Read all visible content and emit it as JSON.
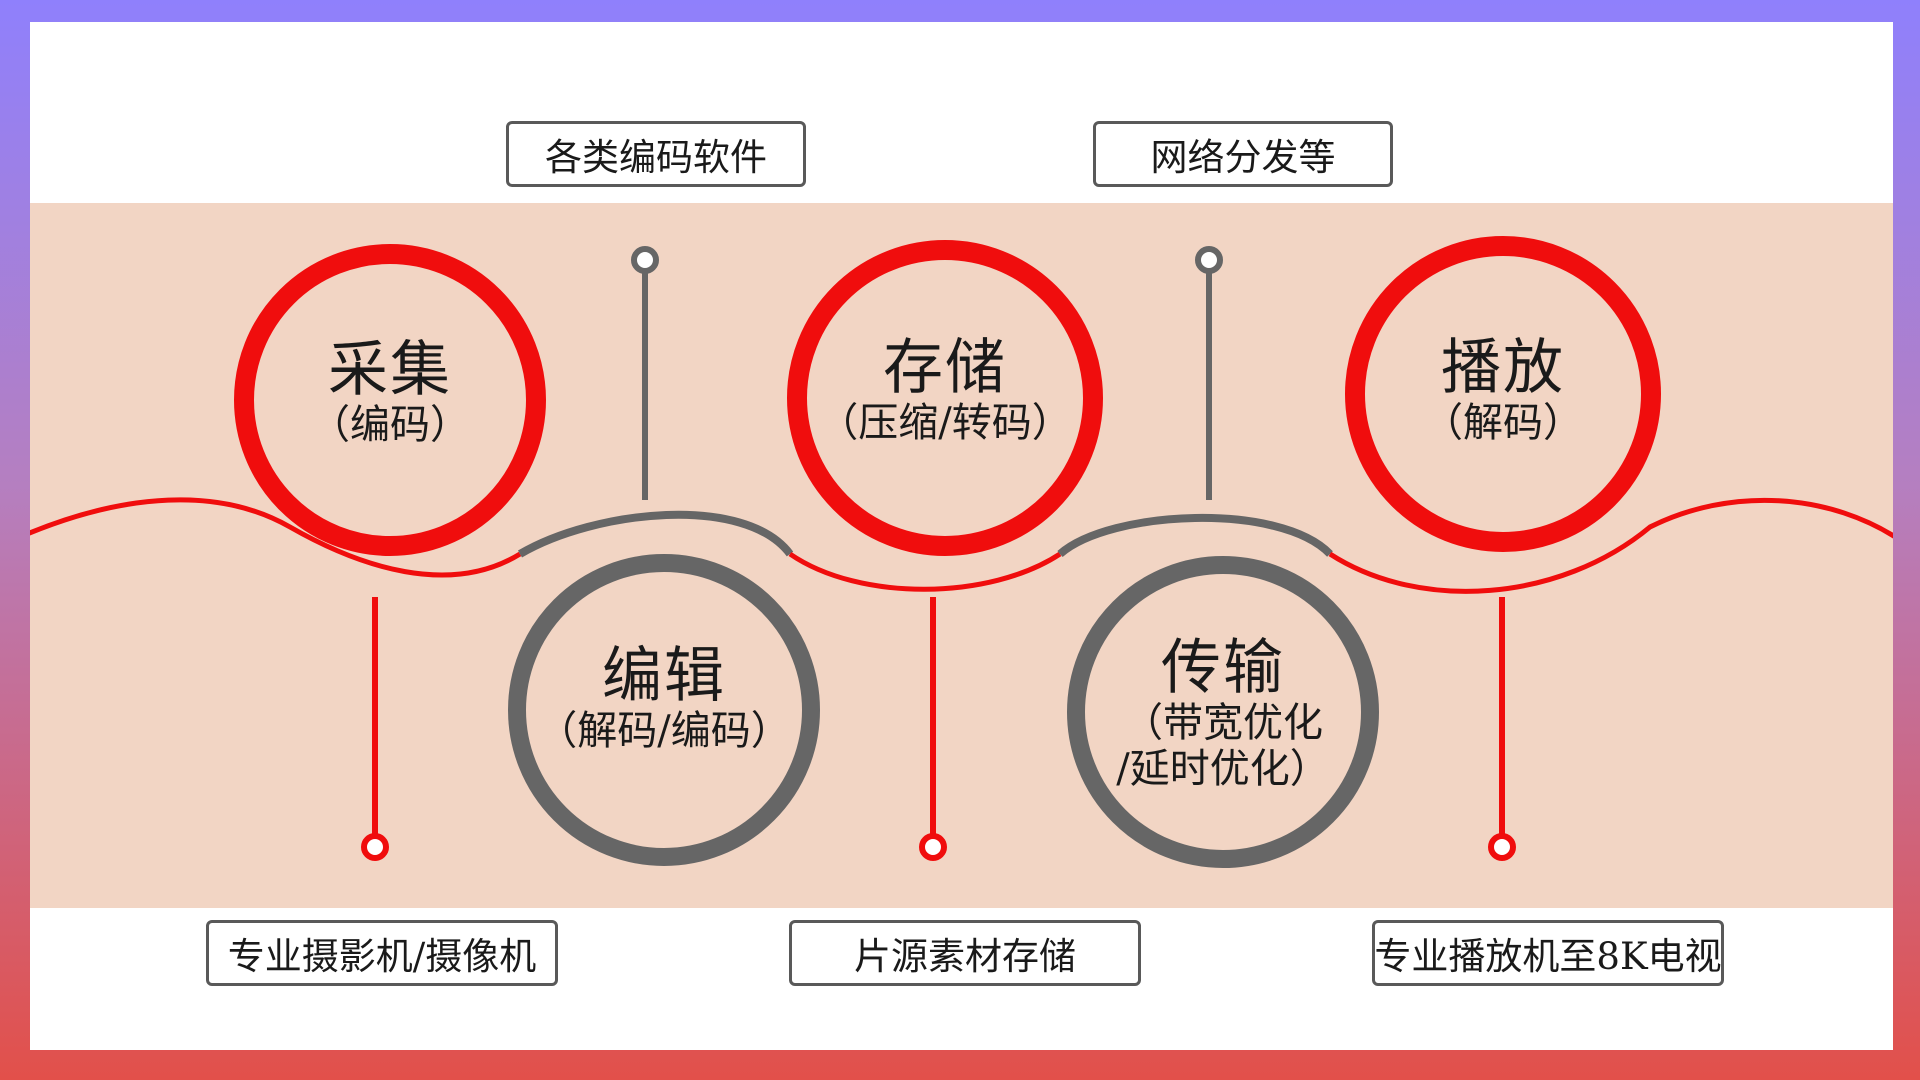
{
  "colors": {
    "accent": "#f00d0d",
    "gray": "#666666",
    "band": "#f2d5c4"
  },
  "stages": [
    {
      "title": "采集",
      "sub": "（编码）",
      "color": "#f00d0d"
    },
    {
      "title": "编辑",
      "sub": "（解码/编码）",
      "color": "#666666"
    },
    {
      "title": "存储",
      "sub": "（压缩/转码）",
      "color": "#f00d0d"
    },
    {
      "title": "传输",
      "sub": "（带宽优化",
      "sub2": "/延时优化）",
      "color": "#666666"
    },
    {
      "title": "播放",
      "sub": "（解码）",
      "color": "#f00d0d"
    }
  ],
  "notes": {
    "top": [
      "各类编码软件",
      "网络分发等"
    ],
    "bottom": [
      "专业摄影机/摄像机",
      "片源素材存储",
      "专业播放机至8K电视"
    ]
  }
}
